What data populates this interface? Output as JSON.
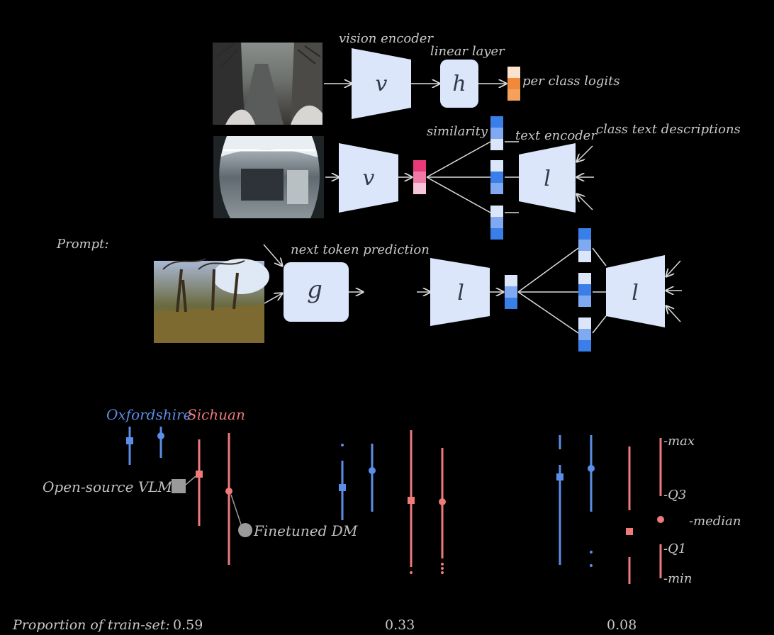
{
  "top_diagram": {
    "labels": {
      "vision_encoder": "vision encoder",
      "linear_layer": "linear layer",
      "per_class_logits": "per class logits",
      "similarity": "similarity",
      "text_encoder": "text encoder",
      "class_text_descriptions": "class text descriptions",
      "prompt": "Prompt:",
      "next_token_prediction": "next token prediction"
    },
    "blocks": {
      "v1": "v",
      "h": "h",
      "v2": "v",
      "l_text": "l",
      "g": "g",
      "l_mid": "l",
      "l_right": "l"
    }
  },
  "bottom_chart": {
    "legend": {
      "oxfordshire": "Oxfordshire",
      "sichuan": "Sichuan",
      "open_source_vlm": "Open-source VLM",
      "finetuned_dm": "Finetuned DM"
    },
    "box_key": {
      "max": "-max",
      "q3": "-Q3",
      "median": "-median",
      "q1": "-Q1",
      "min": "-min"
    },
    "xlabel": "Proportion of train-set:",
    "groups": [
      "0.59",
      "0.33",
      "0.08"
    ]
  },
  "colors": {
    "block_fill": "#dbe6fb",
    "oxfordshire": "#5b8ee6",
    "sichuan": "#ee7a7a",
    "legend_gray": "#9a9a9a",
    "logit_orange": "#f08a3a",
    "sim_pink": "#e83a7a",
    "embed_blue": "#3a7ee8"
  },
  "images": {
    "img1": "road-dashcam-photo",
    "img2": "indoor-fisheye-photo",
    "img3": "park-trees-photo"
  }
}
